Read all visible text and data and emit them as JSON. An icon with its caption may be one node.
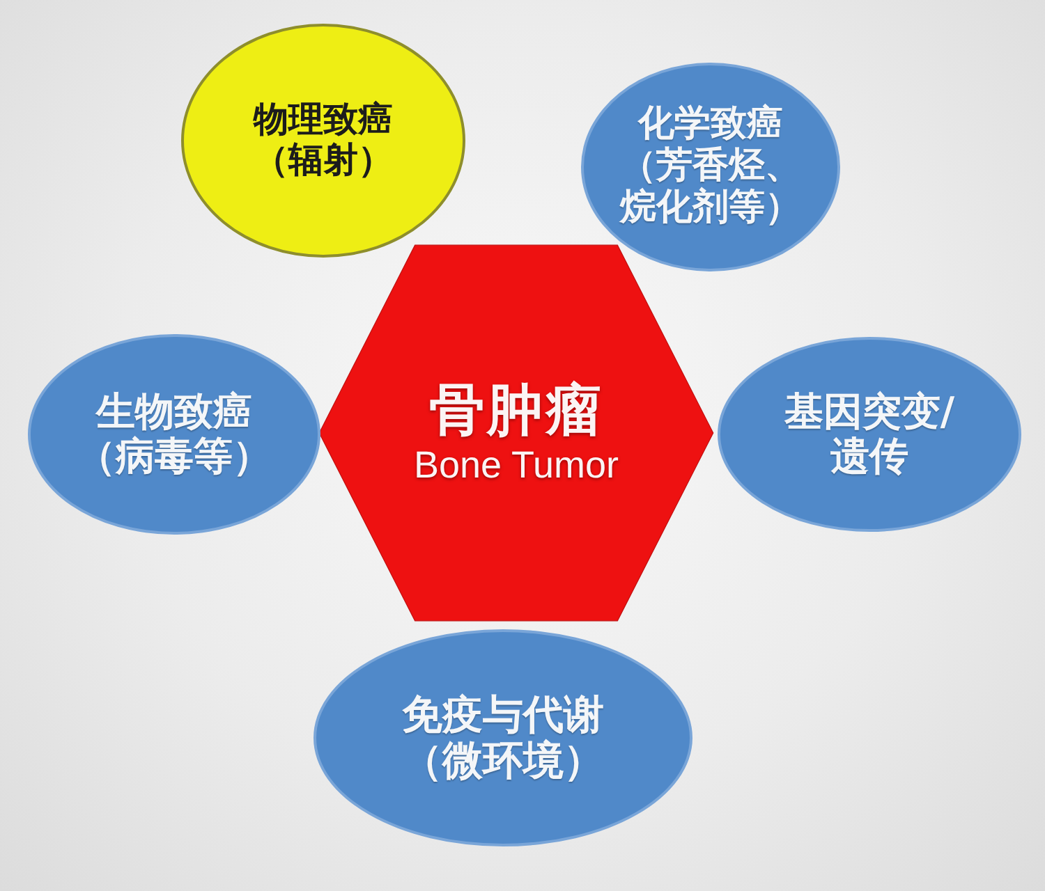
{
  "diagram": {
    "nodes": [
      {
        "text": [
          "物理致癌（辐射）"
        ]
      },
      {
        "text": [
          "化学致癌（芳香烃、烷化剂等）"
        ]
      },
      {
        "text": [
          "骨肿瘤",
          "Bone Tumor"
        ]
      },
      {
        "text": [
          "生物致癌（病毒等）"
        ]
      },
      {
        "text": [
          "基因突变/遗传"
        ]
      },
      {
        "text": [
          "免疫与代谢（微环境）"
        ]
      }
    ]
  }
}
